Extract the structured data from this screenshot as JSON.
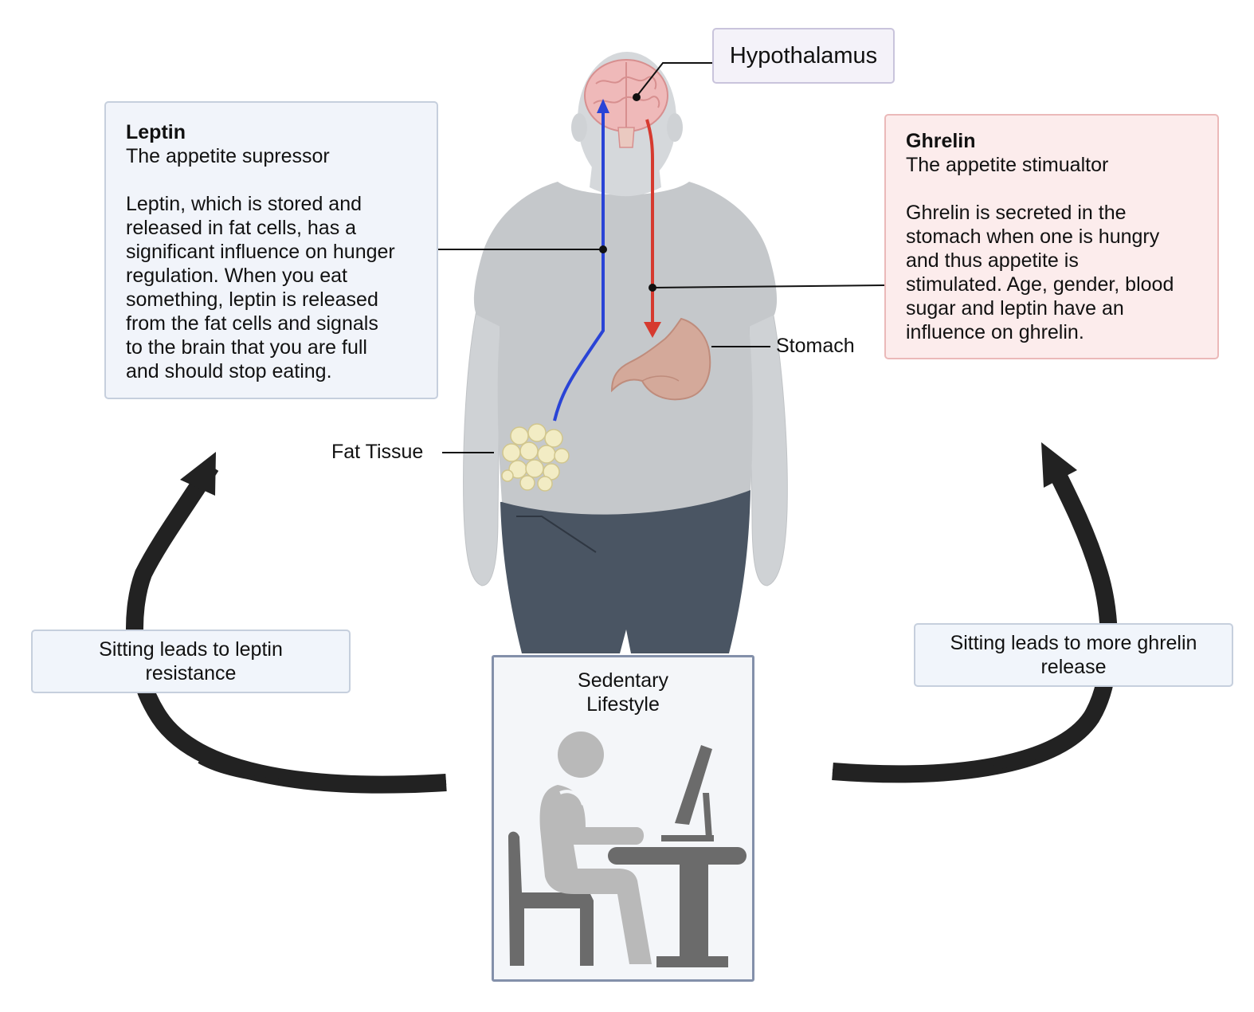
{
  "hypothalamus": {
    "label": "Hypothalamus"
  },
  "leptin": {
    "title": "Leptin",
    "subtitle": "The appetite supressor",
    "body": [
      "Leptin, which is stored and",
      "released in fat cells, has a",
      "significant influence on hunger",
      "regulation. When you eat",
      "something, leptin is released",
      "from the fat cells and signals",
      "to the brain that you are full",
      "and should stop eating."
    ]
  },
  "ghrelin": {
    "title": "Ghrelin",
    "subtitle": "The appetite stimualtor",
    "body": [
      "Ghrelin is secreted in the",
      "stomach when one is hungry",
      "and thus appetite is",
      "stimulated. Age, gender, blood",
      "sugar and leptin have an",
      "influence on ghrelin."
    ]
  },
  "labels": {
    "stomach": "Stomach",
    "fat_tissue": "Fat Tissue"
  },
  "sitting_left": {
    "lines": [
      "Sitting leads to leptin",
      "resistance"
    ]
  },
  "sitting_right": {
    "lines": [
      "Sitting leads to more ghrelin",
      "release"
    ]
  },
  "sedentary": {
    "lines": [
      "Sedentary",
      "Lifestyle"
    ]
  },
  "colors": {
    "leptin_arrow": "#2a44d6",
    "ghrelin_arrow": "#d63a2f",
    "cycle_arrow": "#222222",
    "body": "#d5d8db",
    "shirt": "#c3c6c9",
    "pants": "#4a5563",
    "brain": "#efb9b9",
    "stomach": "#d4a99a",
    "fat": "#f2ecc4"
  }
}
